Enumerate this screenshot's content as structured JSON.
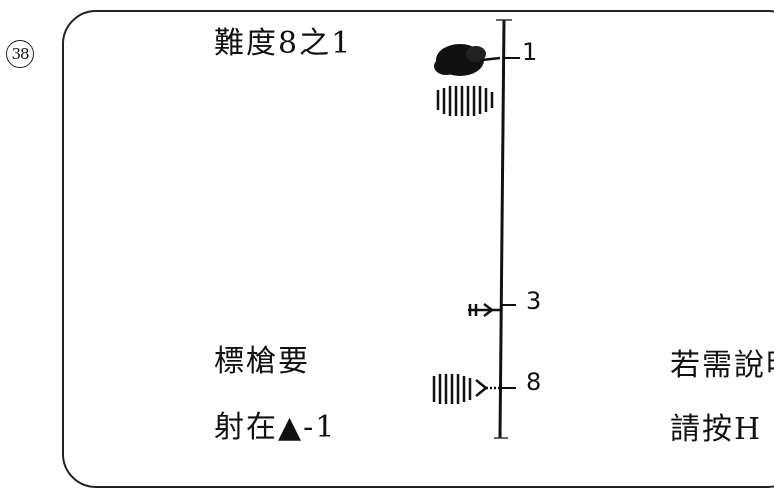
{
  "figure_number": "38",
  "screen": {
    "difficulty": "難度8之1",
    "instruction_line1": "標槍要",
    "instruction_line2": "射在▲-1",
    "help_line1": "若需說明",
    "help_line2": "請按H"
  },
  "track": {
    "tick_labels": [
      "1",
      "3",
      "8"
    ]
  },
  "colors": {
    "ink": "#111111",
    "background": "#ffffff"
  }
}
